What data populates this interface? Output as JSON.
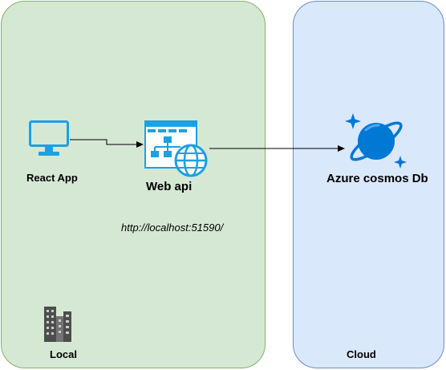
{
  "zones": {
    "local": {
      "label": "Local",
      "fill": "#d5e8d4",
      "stroke": "#82b366",
      "icon": "office-building-icon"
    },
    "cloud": {
      "label": "Cloud",
      "fill": "#dae8fc",
      "stroke": "#6c8ebf"
    }
  },
  "nodes": {
    "react_app": {
      "label": "React App",
      "icon": "monitor-icon",
      "color": "#1ba1e2"
    },
    "web_api": {
      "label": "Web api",
      "icon": "web-app-globe-icon",
      "color": "#1ba1e2",
      "url": "http://localhost:51590/"
    },
    "cosmos": {
      "label": "Azure cosmos Db",
      "icon": "azure-cosmos-db-icon",
      "color": "#0078d4"
    }
  },
  "edges": [
    {
      "from": "React App",
      "to": "Web api"
    },
    {
      "from": "Web api",
      "to": "Azure cosmos Db"
    }
  ]
}
